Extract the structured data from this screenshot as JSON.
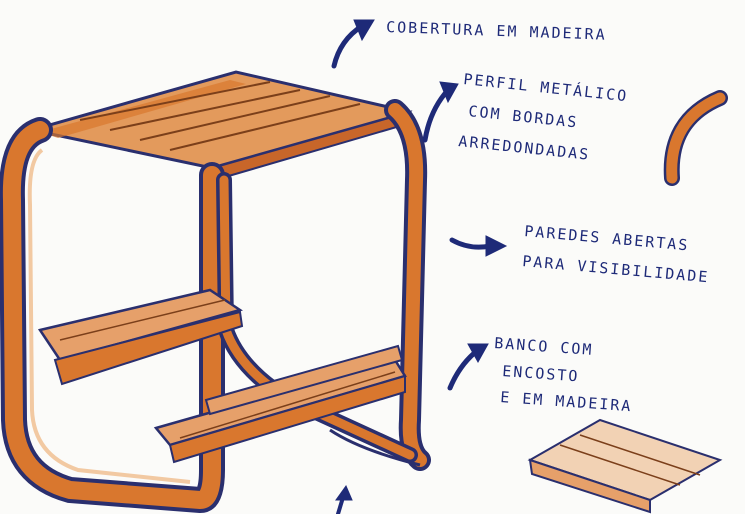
{
  "annotations": {
    "roof": "COBERTURA EM MADEIRA",
    "profile_line1": "PERFIL METÁLICO",
    "profile_line2": "COM BORDAS",
    "profile_line3": "ARREDONDADAS",
    "walls_line1": "PAREDES ABERTAS",
    "walls_line2": "PARA VISIBILIDADE",
    "bench_line1": "BANCO COM",
    "bench_line2": "ENCOSTO",
    "bench_line3": "E EM MADEIRA"
  },
  "colors": {
    "ink": "#1e2a78",
    "wood": "#d9772e",
    "wood_light": "#e8a46a",
    "outline": "#2a2f6e",
    "paper": "#fbfbf9"
  }
}
